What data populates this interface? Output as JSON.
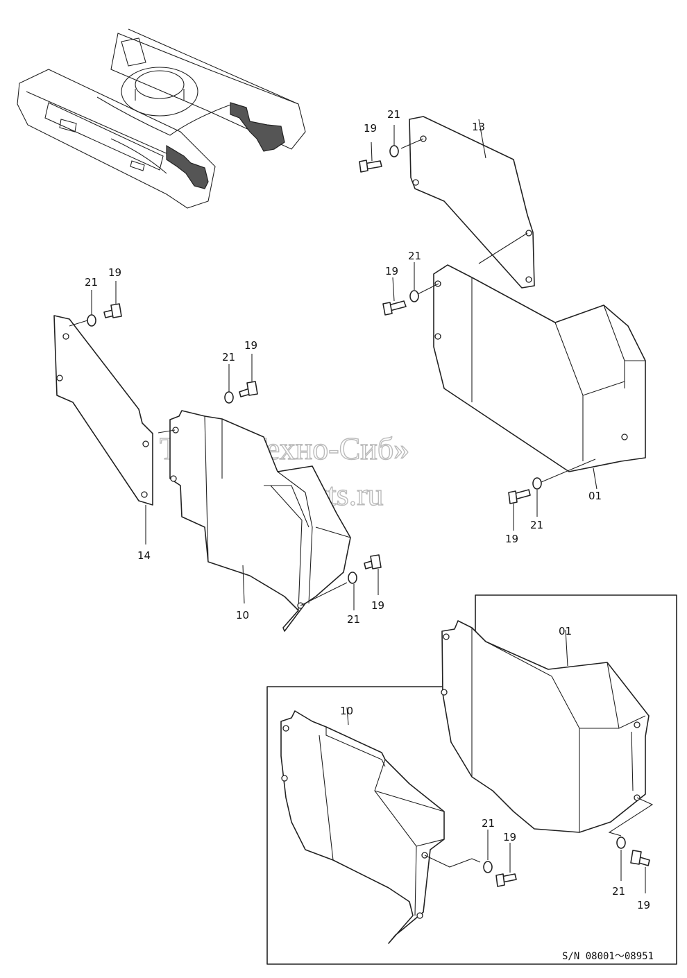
{
  "watermark": {
    "line1": "ТПК «Техно-Сиб»",
    "line2": "www.tpkts.ru"
  },
  "labels": {
    "p13": "13",
    "p19a": "19",
    "p21a": "21",
    "p19b": "19",
    "p21b": "21",
    "p19c": "19",
    "p21c": "21",
    "p19d": "19",
    "p21d": "21",
    "p01a": "01",
    "p19e": "19",
    "p21e": "21",
    "p14": "14",
    "p10a": "10",
    "p21f": "21",
    "p19f": "19",
    "p01b": "01",
    "p10b": "10",
    "p21g": "21",
    "p19g": "19",
    "p21h": "21",
    "p19h": "19"
  },
  "serial": "S/N 08001～08951"
}
